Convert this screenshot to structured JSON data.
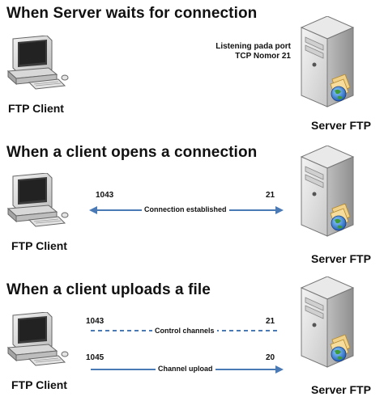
{
  "colors": {
    "arrow": "#4a7ab5",
    "text": "#111111"
  },
  "panels": [
    {
      "title": "When Server waits for connection",
      "client_label": "FTP Client",
      "server_label": "Server FTP",
      "note_line1": "Listening pada port",
      "note_line2": "TCP Nomor 21"
    },
    {
      "title": "When a client opens a connection",
      "client_label": "FTP Client",
      "server_label": "Server FTP",
      "left_port": "1043",
      "right_port": "21",
      "channel_label": "Connection established"
    },
    {
      "title": "When a client uploads a file",
      "client_label": "FTP Client",
      "server_label": "Server FTP",
      "control": {
        "left_port": "1043",
        "right_port": "21",
        "label": "Control channels"
      },
      "upload": {
        "left_port": "1045",
        "right_port": "20",
        "label": "Channel upload"
      }
    }
  ],
  "icons": {
    "client": "computer-icon",
    "server": "server-tower-icon",
    "globe": "globe-icon"
  }
}
